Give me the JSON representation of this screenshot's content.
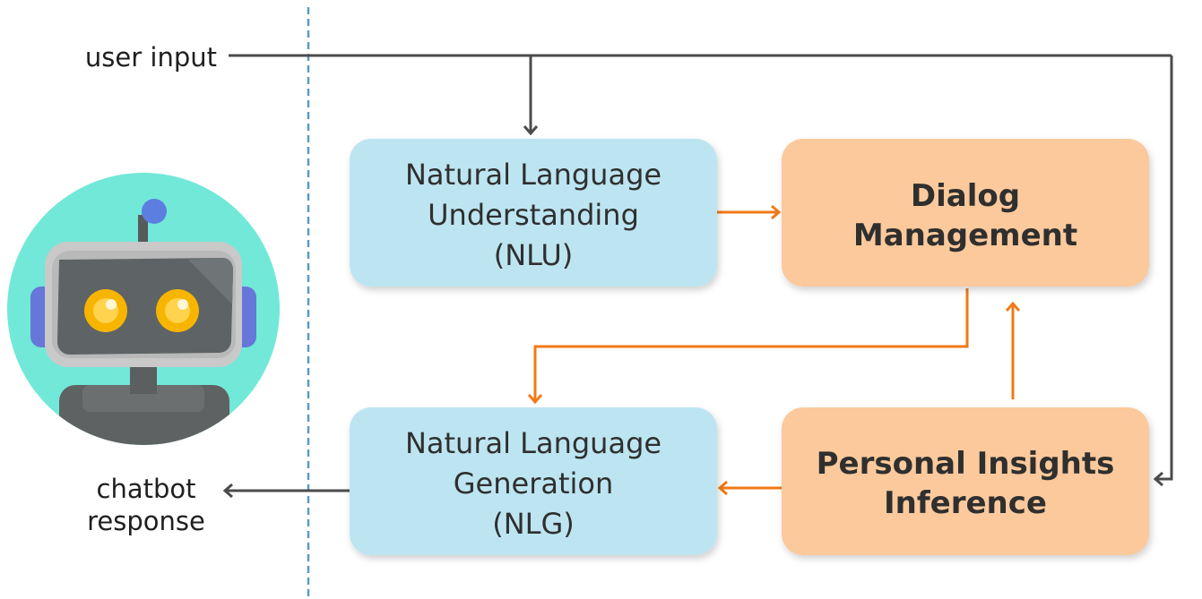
{
  "labels": {
    "user_input": "user input",
    "chatbot_response_line1": "chatbot",
    "chatbot_response_line2": "response"
  },
  "boxes": {
    "nlu": {
      "line1": "Natural Language",
      "line2": "Understanding",
      "line3": "(NLU)"
    },
    "dialog": {
      "line1": "Dialog",
      "line2": "Management"
    },
    "nlg": {
      "line1": "Natural Language",
      "line2": "Generation",
      "line3": "(NLG)"
    },
    "insights": {
      "line1": "Personal Insights",
      "line2": "Inference"
    }
  },
  "colors": {
    "blue_box": "#bde5f1",
    "orange_box": "#fbc99b",
    "orange_arrow": "#f07a16",
    "dark_arrow": "#4b4b4b",
    "divider": "#5b9bc5",
    "robot_bg": "#72e8d8"
  },
  "icons": {
    "robot": "robot-avatar-icon"
  }
}
